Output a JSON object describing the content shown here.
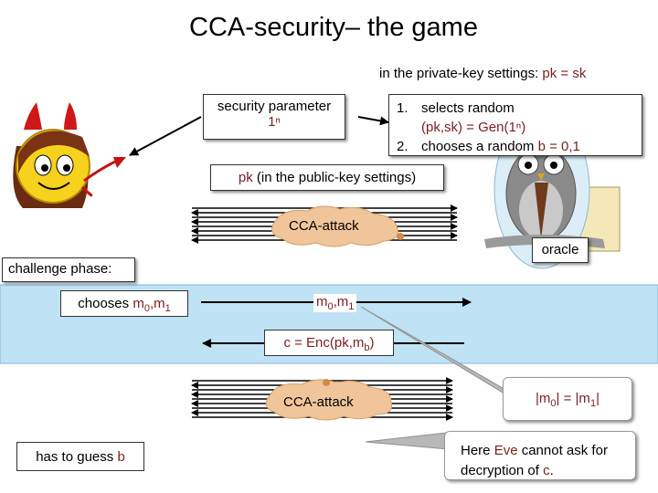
{
  "title": "CCA-security– the game",
  "subtitle_prefix": "in the private-key settings: ",
  "subtitle_emph": "pk = sk",
  "security": {
    "line1": "security parameter",
    "line2": "1ⁿ"
  },
  "oracle_steps": {
    "n1": "1.",
    "s1": "selects random",
    "s1b": "(pk,sk) = Gen(1ⁿ)",
    "n2": "2.",
    "s2a": "chooses a random ",
    "s2b": "b = 0,1"
  },
  "pk_box": {
    "emph": "pk",
    "rest": " (in the public-key settings)"
  },
  "cca_attack": "CCA-attack",
  "oracle_label": "oracle",
  "challenge_phase": "challenge phase:",
  "chooses": {
    "prefix": "chooses ",
    "m": "m",
    "s0": "0",
    "comma": ",",
    "m2": "m",
    "s1": "1"
  },
  "messages": {
    "m": "m",
    "s0": "0",
    "comma": ",",
    "m2": "m",
    "s1": "1"
  },
  "cipher": {
    "a": "c = Enc(pk,m",
    "sub": "b",
    "b": ")"
  },
  "equal_len": {
    "a": "|m",
    "s0": "0",
    "b": "| = |m",
    "s1": "1",
    "c": "|"
  },
  "guess": {
    "a": "has to guess ",
    "b": "b"
  },
  "note": {
    "a": "Here ",
    "eve": "Eve",
    "b": " cannot ask for",
    "c": "decryption of ",
    "cvar": "c",
    "d": "."
  },
  "colors": {
    "emph": "#7a1e1e",
    "band": "#bfe2f4",
    "cloud": "#f1c59a"
  }
}
